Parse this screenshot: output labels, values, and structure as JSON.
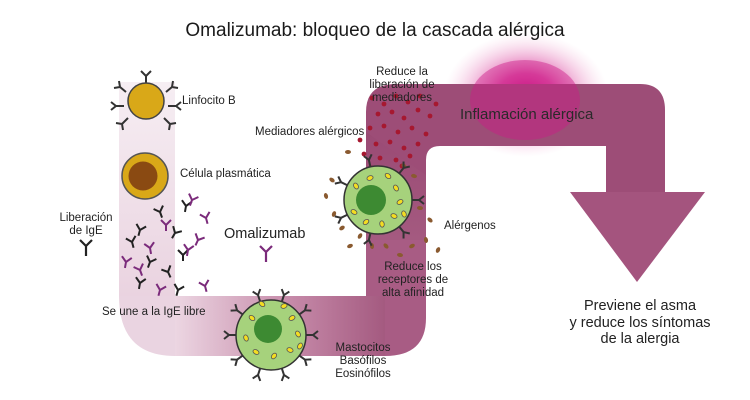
{
  "title": "Omalizumab: bloqueo de la cascada alérgica",
  "labels": {
    "linfocito_b": "Linfocito B",
    "celula_plasmatica": "Célula plasmática",
    "liberacion_ige": "Liberación\nde IgE",
    "omalizumab": "Omalizumab",
    "se_une_ige": "Se une a la IgE libre",
    "reduce_liberacion": "Reduce la\nliberación de\nmediadores",
    "mediadores_alergicos": "Mediadores alérgicos",
    "inflamacion": "Inflamación alérgica",
    "alergenos": "Alérgenos",
    "reduce_receptores": "Reduce los\nreceptores de\nalta afinidad",
    "mastocitos": "Mastocitos\nBasófilos\nEosinófilos",
    "previene": "Previene el asma\ny reduce los síntomas\nde la alergia"
  },
  "colors": {
    "arrow_light": "#f1e3ec",
    "arrow_dark": "#9e4f78",
    "cell_green": "#a6d27c",
    "nucleus": "#3d8a32",
    "granule": "#f3dd22",
    "b_cell": "#d9a818",
    "plasma_nucleus": "#8a4a12",
    "mediator": "#a61830",
    "allergen": "#8a5a30",
    "omalizumab": "#7b2b7b",
    "ige": "#222222",
    "glow": "#d11a8a"
  },
  "icons": [
    "receptor-icon",
    "ige-antibody-icon",
    "omalizumab-antibody-icon",
    "allergen-particle-icon",
    "mediator-dot-icon"
  ]
}
